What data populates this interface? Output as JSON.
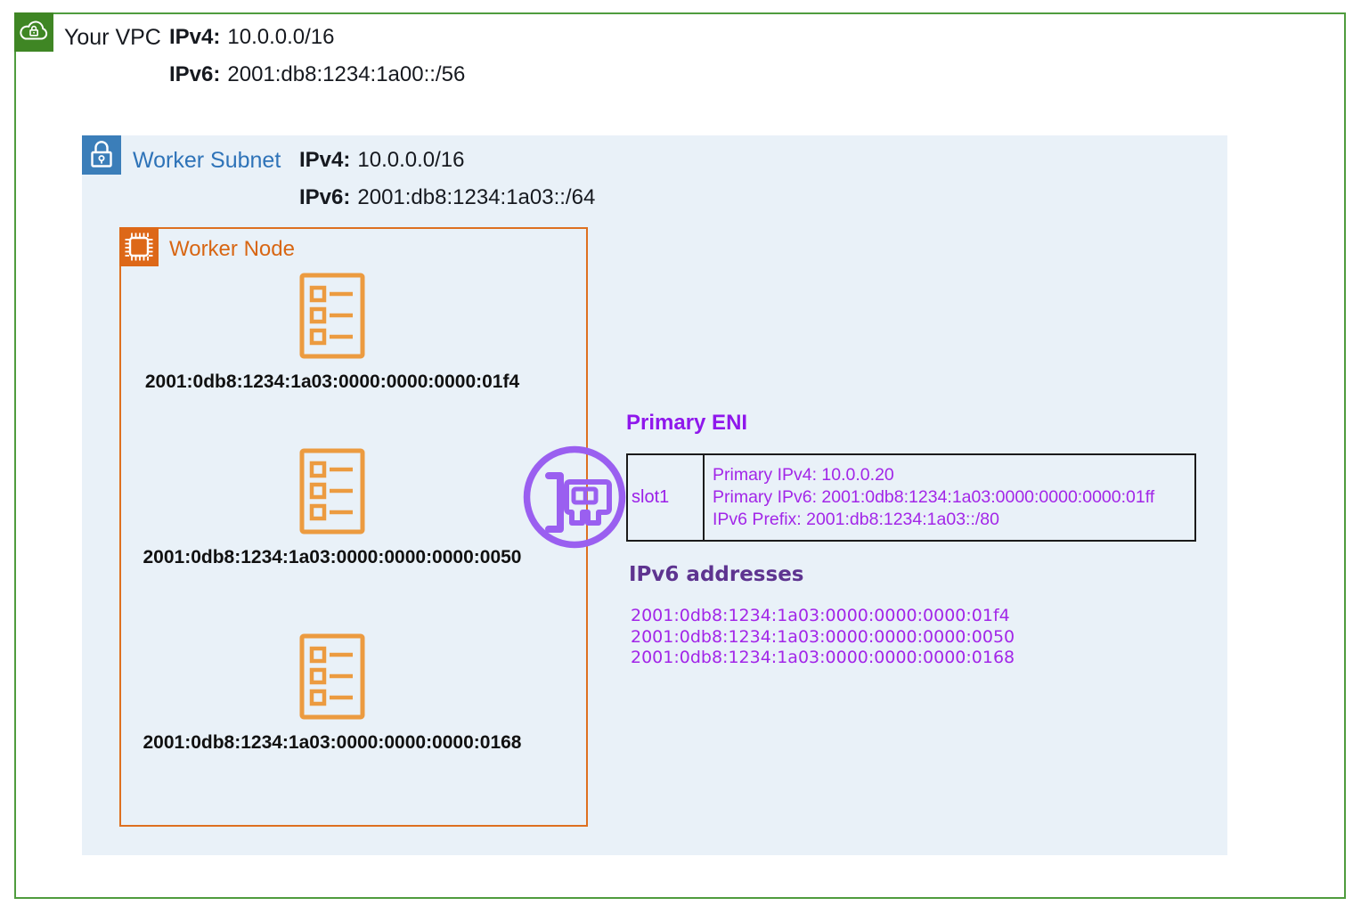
{
  "vpc": {
    "label": "Your VPC",
    "ipv4_label": "IPv4:",
    "ipv4": "10.0.0.0/16",
    "ipv6_label": "IPv6:",
    "ipv6": "2001:db8:1234:1a00::/56"
  },
  "subnet": {
    "label": "Worker Subnet",
    "ipv4_label": "IPv4:",
    "ipv4": "10.0.0.0/16",
    "ipv6_label": "IPv6:",
    "ipv6": "2001:db8:1234:1a03::/64"
  },
  "worker_node": {
    "label": "Worker Node",
    "pods": [
      {
        "address": "2001:0db8:1234:1a03:0000:0000:0000:01f4"
      },
      {
        "address": "2001:0db8:1234:1a03:0000:0000:0000:0050"
      },
      {
        "address": "2001:0db8:1234:1a03:0000:0000:0000:0168"
      }
    ]
  },
  "primary_eni": {
    "heading": "Primary ENI",
    "slot": "slot1",
    "rows": [
      "Primary IPv4: 10.0.0.20",
      "Primary IPv6: 2001:0db8:1234:1a03:0000:0000:0000:01ff",
      "IPv6 Prefix: 2001:db8:1234:1a03::/80"
    ]
  },
  "ipv6_addresses": {
    "heading": "IPv6 addresses",
    "items": [
      "2001:0db8:1234:1a03:0000:0000:0000:01f4",
      "2001:0db8:1234:1a03:0000:0000:0000:0050",
      "2001:0db8:1234:1a03:0000:0000:0000:0168"
    ]
  },
  "icons": {
    "vpc": "vpc-cloud-lock-icon",
    "subnet": "private-subnet-lock-icon",
    "worker_node": "compute-chip-icon",
    "pod": "pod-list-icon",
    "eni": "elastic-network-interface-icon"
  },
  "colors": {
    "vpc_icon_green": "#3f8624",
    "vpc_border_green": "#4f9c3e",
    "subnet_icon_blue": "#3b7eb9",
    "subnet_label_blue": "#2e73b8",
    "subnet_bg": "#e9f1f8",
    "node_icon_orange": "#dd6818",
    "node_border_orange": "#de7020",
    "pod_icon_orange": "#ec9b40",
    "eni_circle_purple": "#9a5ff0",
    "heading_purple": "#8f17ec",
    "text_purple": "#a226e8",
    "dark_heading_purple": "#5e3490",
    "text_black": "#16191f",
    "table_border_black": "#1b1b1b"
  }
}
